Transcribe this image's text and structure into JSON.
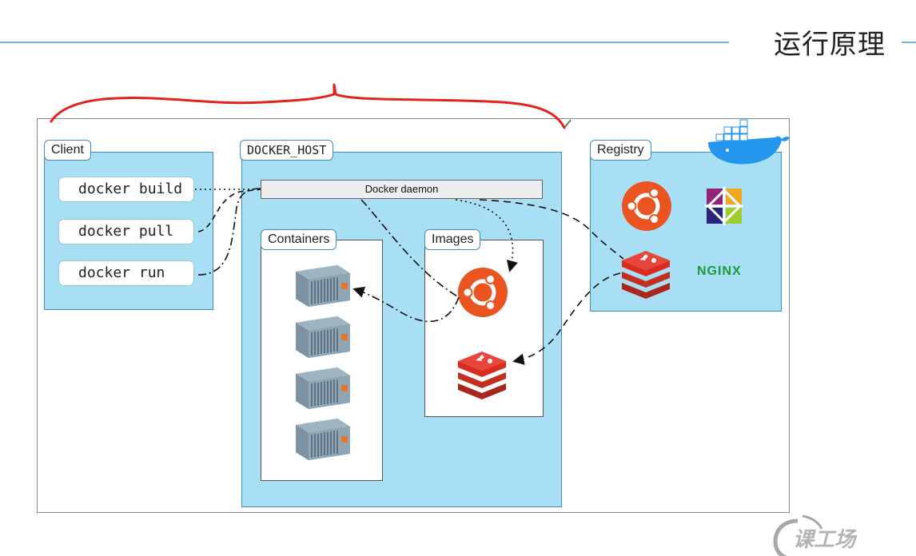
{
  "header": {
    "title": "运行原理"
  },
  "client": {
    "label": "Client",
    "commands": [
      "docker build",
      "docker pull",
      "docker run"
    ]
  },
  "docker_host": {
    "label": "DOCKER_HOST",
    "daemon_label": "Docker daemon",
    "containers_label": "Containers",
    "images_label": "Images"
  },
  "registry": {
    "label": "Registry",
    "nginx_label": "NGINX"
  },
  "colors": {
    "panel_fill": "#a9dff4",
    "panel_border": "#3f8fb5",
    "annotation_red": "#e0231c",
    "ubuntu_orange": "#e95420",
    "redis_red": "#d82c20",
    "title_line": "#6fb6dc"
  },
  "icons": [
    "docker-whale-icon",
    "ubuntu-logo-icon",
    "centos-logo-icon",
    "redis-logo-icon",
    "nginx-logo",
    "container-icon"
  ]
}
